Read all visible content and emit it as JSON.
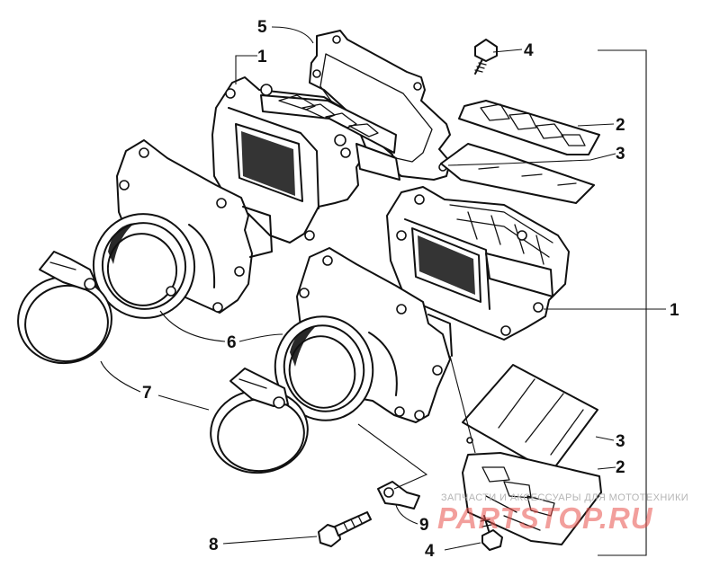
{
  "callouts": [
    {
      "id": "label-1-top",
      "text": "1"
    },
    {
      "id": "label-1-right",
      "text": "1"
    },
    {
      "id": "label-2-top",
      "text": "2"
    },
    {
      "id": "label-2-bottom",
      "text": "2"
    },
    {
      "id": "label-3-top",
      "text": "3"
    },
    {
      "id": "label-3-bottom",
      "text": "3"
    },
    {
      "id": "label-4-top",
      "text": "4"
    },
    {
      "id": "label-4-bottom",
      "text": "4"
    },
    {
      "id": "label-5",
      "text": "5"
    },
    {
      "id": "label-6",
      "text": "6"
    },
    {
      "id": "label-7",
      "text": "7"
    },
    {
      "id": "label-8",
      "text": "8"
    },
    {
      "id": "label-9",
      "text": "9"
    }
  ],
  "watermark": {
    "tagline": "ЗАПЧАСТИ И АКСЕССУАРЫ ДЛЯ МОТОТЕХНИКИ",
    "brand": "PARTSTOP.RU",
    "color": "#e8504a"
  }
}
